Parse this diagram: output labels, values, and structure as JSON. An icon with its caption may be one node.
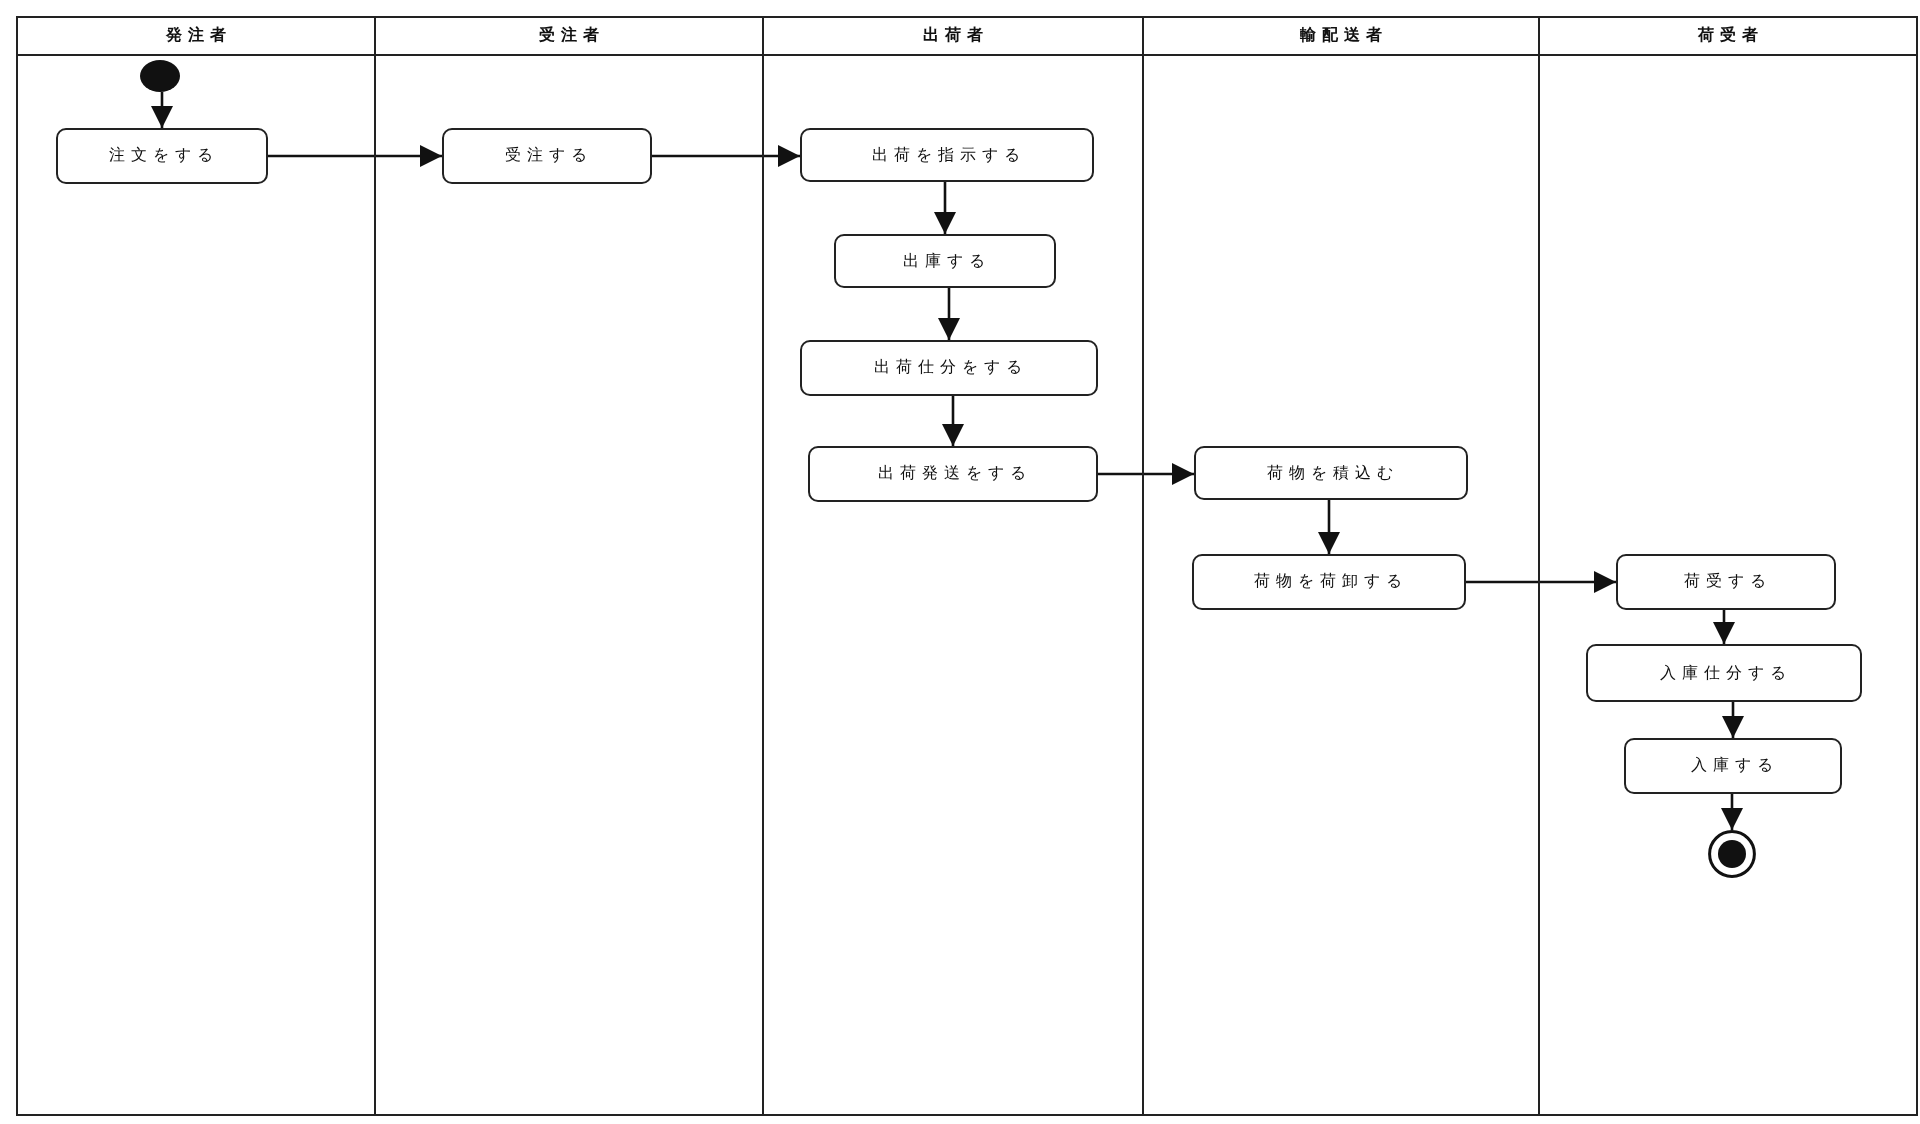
{
  "diagram": {
    "nodes": [
      {
        "text": [
          "発注者"
        ]
      },
      {
        "text": [
          "受注者"
        ]
      },
      {
        "text": [
          "出荷者"
        ]
      },
      {
        "text": [
          "輸配送者"
        ]
      },
      {
        "text": [
          "荷受者"
        ]
      },
      {
        "text": [],
        "shape": "circle",
        "in": 0
      },
      {
        "text": [
          "注文をする"
        ],
        "in": 0
      },
      {
        "text": [
          "受注する"
        ],
        "in": 1
      },
      {
        "text": [
          "出荷を指示する"
        ],
        "in": 2
      },
      {
        "text": [
          "出庫する"
        ],
        "in": 2
      },
      {
        "text": [
          "出荷仕分をする"
        ],
        "in": 2
      },
      {
        "text": [
          "出荷発送をする"
        ],
        "in": 2
      },
      {
        "text": [
          "荷物を積込む"
        ],
        "in": 3
      },
      {
        "text": [
          "荷物を荷卸する"
        ],
        "in": 3
      },
      {
        "text": [
          "荷受する"
        ],
        "in": 4
      },
      {
        "text": [
          "入庫仕分する"
        ],
        "in": 4
      },
      {
        "text": [
          "入庫する"
        ],
        "in": 4
      },
      {
        "text": [],
        "shape": "circle",
        "in": 4
      }
    ],
    "edges": [
      {
        "from": 5,
        "to": 6,
        "arrow": "to"
      },
      {
        "from": 6,
        "to": 7,
        "arrow": "to"
      },
      {
        "from": 7,
        "to": 8,
        "arrow": "to"
      },
      {
        "from": 8,
        "to": 9,
        "arrow": "to"
      },
      {
        "from": 9,
        "to": 10,
        "arrow": "to"
      },
      {
        "from": 10,
        "to": 11,
        "arrow": "to"
      },
      {
        "from": 11,
        "to": 12,
        "arrow": "to"
      },
      {
        "from": 12,
        "to": 13,
        "arrow": "to"
      },
      {
        "from": 13,
        "to": 14,
        "arrow": "to"
      },
      {
        "from": 14,
        "to": 15,
        "arrow": "to"
      },
      {
        "from": 15,
        "to": 16,
        "arrow": "to"
      },
      {
        "from": 16,
        "to": 17,
        "arrow": "to"
      }
    ]
  }
}
